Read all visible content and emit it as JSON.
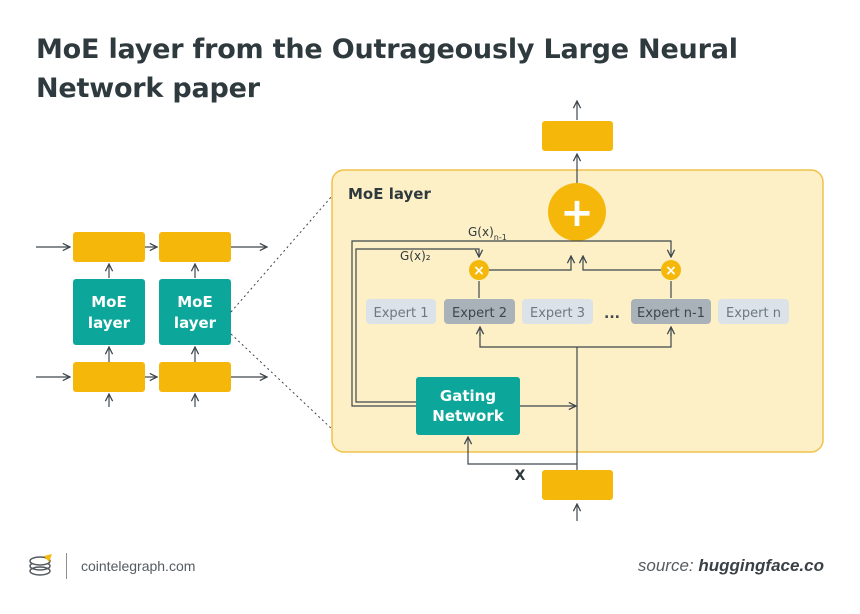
{
  "title": "MoE layer from the Outrageously Large Neural Network paper",
  "diagram": {
    "left_blocks": [
      {
        "label_line1": "MoE",
        "label_line2": "layer"
      },
      {
        "label_line1": "MoE",
        "label_line2": "layer"
      }
    ],
    "moe_panel_label": "MoE layer",
    "sum_symbol": "+",
    "multiply_symbol": "×",
    "gate_label_n1": "G(x)",
    "gate_label_n1_subscript": "n-1",
    "gate_label_2": "G(x)₂",
    "experts": [
      {
        "label": "Expert 1",
        "active": false
      },
      {
        "label": "Expert 2",
        "active": true
      },
      {
        "label": "Expert 3",
        "active": false
      },
      {
        "label": "Expert n-1",
        "active": true
      },
      {
        "label": "Expert n",
        "active": false
      }
    ],
    "ellipsis": "...",
    "gating_line1": "Gating",
    "gating_line2": "Network",
    "input_label": "X"
  },
  "footer": {
    "brand": "cointelegraph.com",
    "source_prefix": "source: ",
    "source_domain": "huggingface.co"
  },
  "colors": {
    "yellow": "#f5b80a",
    "panel_fill": "#fdefc6",
    "panel_border": "#f0c24a",
    "teal": "#0ca79a",
    "expert_inactive": "#dbe3e8",
    "expert_active": "#a8b2b8",
    "text_dark": "#2f3a3f",
    "line": "#3d474d"
  }
}
